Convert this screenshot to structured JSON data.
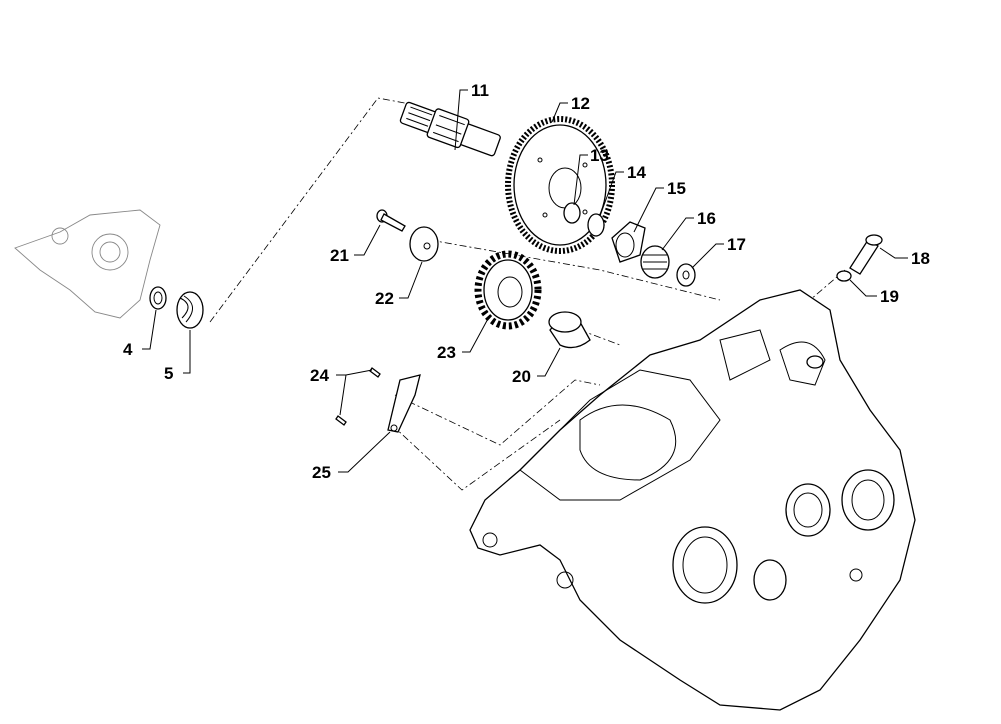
{
  "diagram": {
    "type": "exploded-parts-diagram",
    "labels": {
      "p4": "4",
      "p5": "5",
      "p11": "11",
      "p12": "12",
      "p13": "13",
      "p14": "14",
      "p15": "15",
      "p16": "16",
      "p17": "17",
      "p18": "18",
      "p19": "19",
      "p20": "20",
      "p21": "21",
      "p22": "22",
      "p23": "23",
      "p24": "24",
      "p25": "25"
    }
  }
}
